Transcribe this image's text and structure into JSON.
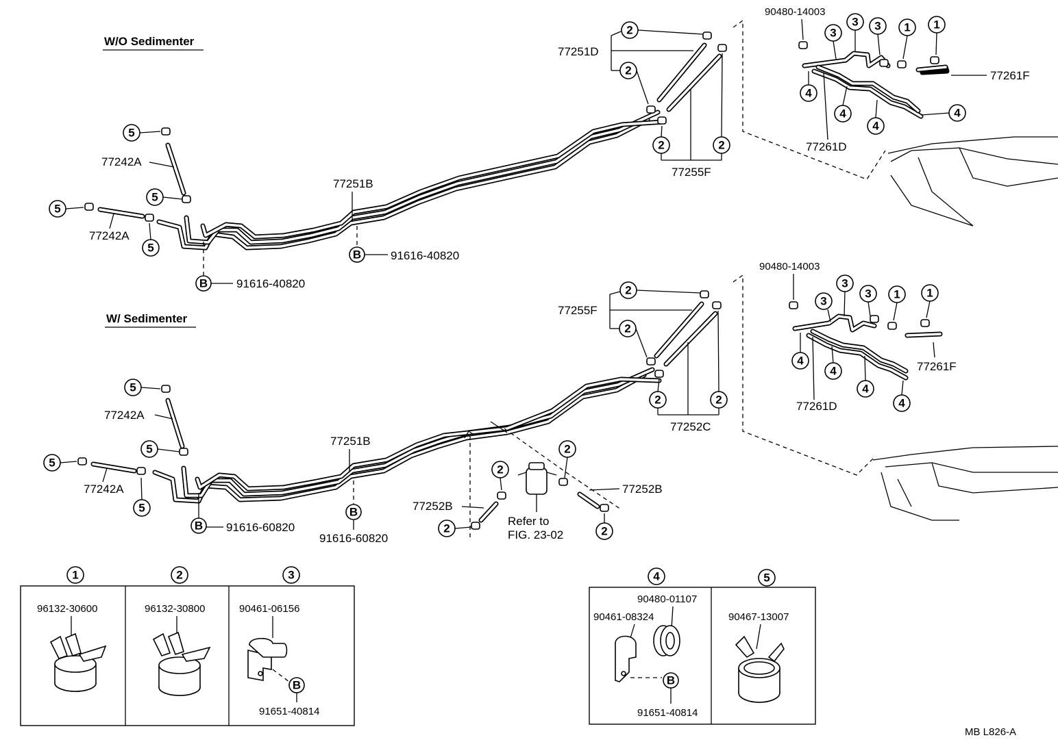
{
  "sections": {
    "without_sedimenter": "W/O Sedimenter",
    "with_sedimenter": "W/ Sedimenter"
  },
  "parts": {
    "p77251D": "77251D",
    "p77255F": "77255F",
    "p77252C": "77252C",
    "p77242A": "77242A",
    "p77251B": "77251B",
    "p77261F": "77261F",
    "p77261D": "77261D",
    "p77252B": "77252B",
    "p91616_40820": "91616-40820",
    "p91616_60820": "91616-60820",
    "p90480_14003": "90480-14003"
  },
  "callouts": {
    "c1": "1",
    "c2": "2",
    "c3": "3",
    "c4": "4",
    "c5": "5",
    "cB": "B"
  },
  "refer": {
    "line1": "Refer to",
    "line2": "FIG. 23-02"
  },
  "legend": {
    "l1": "96132-30600",
    "l2": "96132-30800",
    "l3a": "90461-06156",
    "l3b": "91651-40814",
    "l4a": "90480-01107",
    "l4b": "90461-08324",
    "l4c": "91651-40814",
    "l5": "90467-13007"
  },
  "footer": {
    "code": "MB   L826-A"
  }
}
